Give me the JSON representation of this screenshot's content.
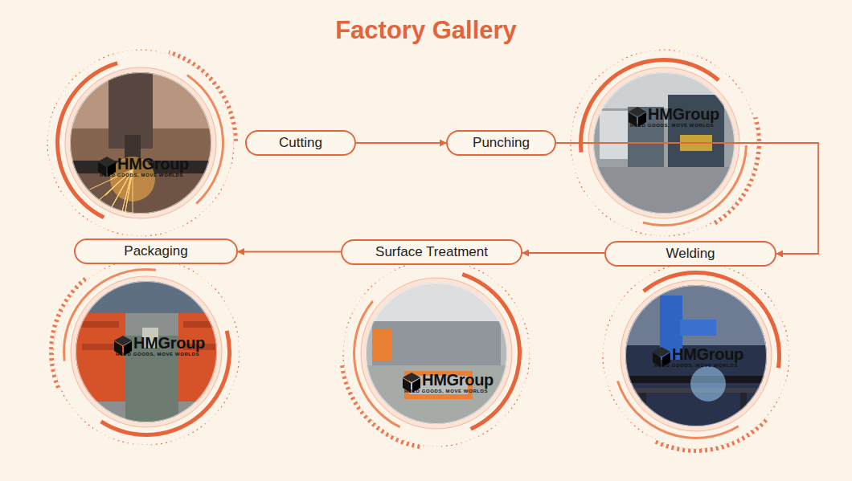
{
  "diagram": {
    "title": "Factory Gallery",
    "nodes": [
      {
        "text": [
          "Cutting"
        ]
      },
      {
        "text": [
          "Punching"
        ]
      },
      {
        "text": [
          "Welding"
        ]
      },
      {
        "text": [
          "Surface Treatment"
        ]
      },
      {
        "text": [
          "Packaging"
        ]
      }
    ],
    "edges": [
      {
        "from": 0,
        "to": 1,
        "arrow": "to"
      },
      {
        "from": 1,
        "to": 2,
        "arrow": "to"
      },
      {
        "from": 2,
        "to": 3,
        "arrow": "to"
      },
      {
        "from": 3,
        "to": 4,
        "arrow": "to"
      }
    ],
    "labels": [
      "HMGroup",
      "HOLD GOODS, MOVE WORLDS",
      "HMGroup",
      "HOLD GOODS, MOVE WORLDS",
      "HMGroup",
      "HOLD GOODS, MOVE WORLDS",
      "HMGroup",
      "HOLD GOODS, MOVE WORLDS",
      "HMGroup",
      "HOLD GOODS, MOVE WORLDS"
    ]
  }
}
